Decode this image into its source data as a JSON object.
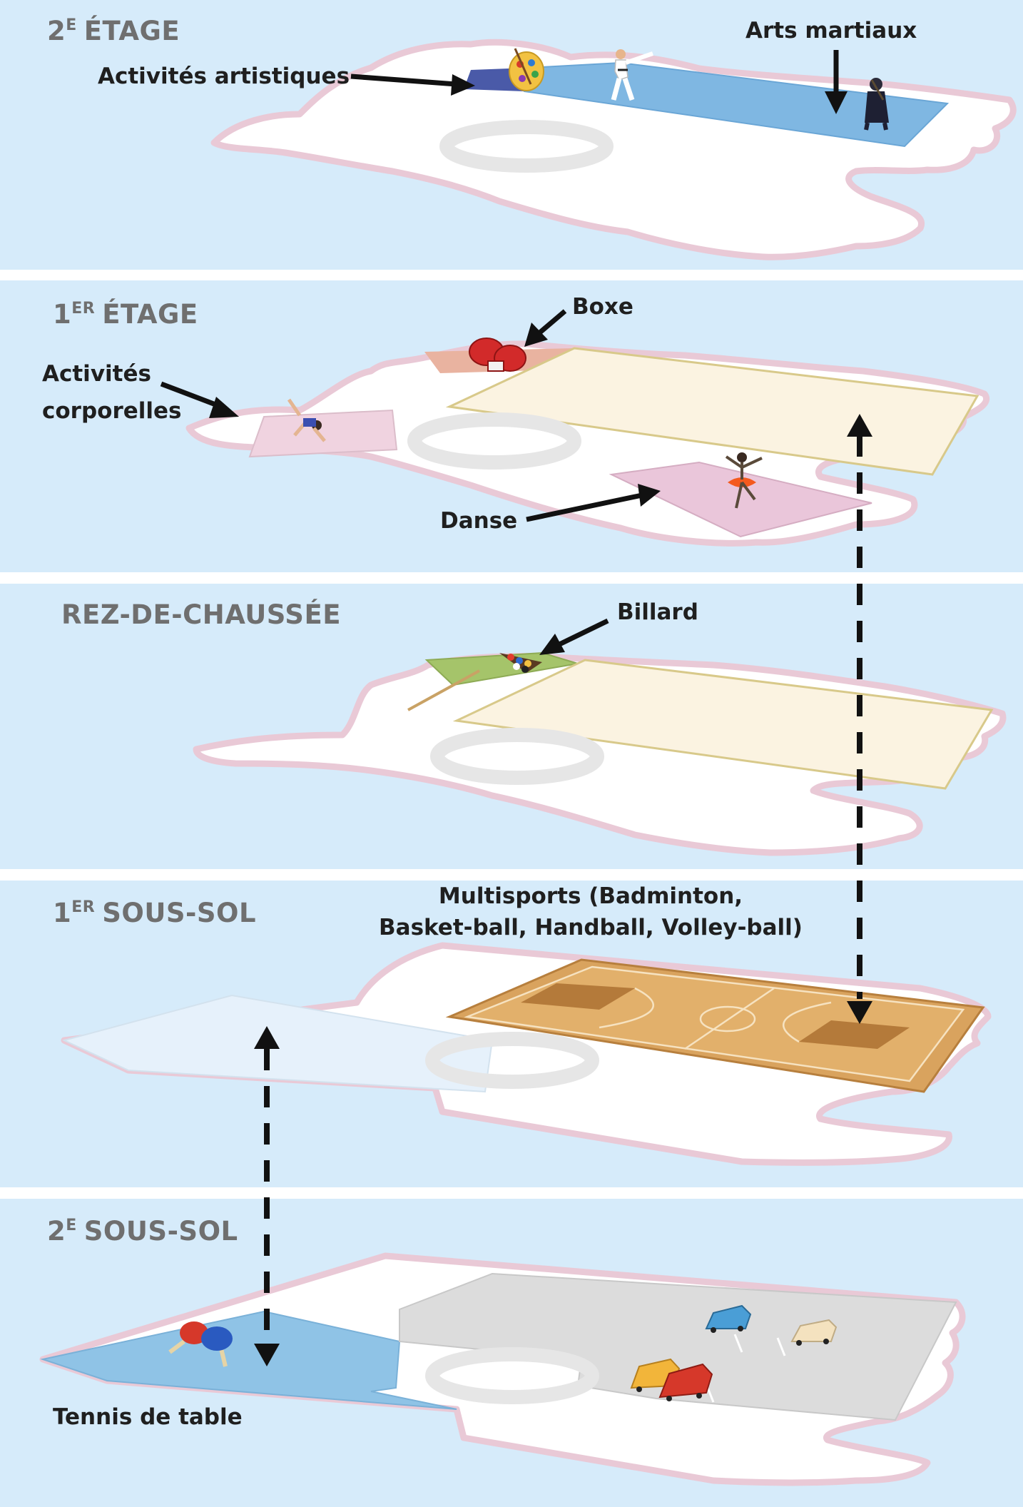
{
  "floors": {
    "f2": {
      "num": "2",
      "sup": "E",
      "name": "ÉTAGE"
    },
    "f1": {
      "num": "1",
      "sup": "ER",
      "name": "ÉTAGE"
    },
    "rdc": {
      "name": "REZ-DE-CHAUSSÉE"
    },
    "b1": {
      "num": "1",
      "sup": "ER",
      "name": "SOUS-SOL"
    },
    "b2": {
      "num": "2",
      "sup": "E",
      "name": "SOUS-SOL"
    }
  },
  "labels": {
    "arts_martiaux": "Arts martiaux",
    "activites_artistiques": "Activités artistiques",
    "boxe": "Boxe",
    "activites_corporelles_line1": "Activités",
    "activites_corporelles_line2": "corporelles",
    "danse": "Danse",
    "billard": "Billard",
    "multisports_line1": "Multisports (Badminton,",
    "multisports_line2": "Basket-ball, Handball, Volley-ball)",
    "tennis_de_table": "Tennis de table"
  },
  "colors": {
    "background": "#d6ebfa",
    "plate_outline": "#e9c9d6",
    "martial_arts_mat": "#7fb7e2",
    "arts_mat": "#4a5aa8",
    "boxing_mat": "#e9b3a0",
    "body_mat": "#f0d3e0",
    "dance_mat": "#eac6da",
    "large_hall": "#fbf3e1",
    "billiard_mat": "#a5c46a",
    "court_wood": "#d9a35e",
    "table_tennis_mat": "#8fc3e6",
    "parking": "#dcdcdc"
  },
  "icons": [
    "palette-icon",
    "karateka-icon",
    "kendo-fighter-icon",
    "boxing-gloves-icon",
    "gymnast-icon",
    "dancer-icon",
    "billiard-icon",
    "basketball-court-icon",
    "ping-pong-paddles-icon",
    "car-icon"
  ]
}
